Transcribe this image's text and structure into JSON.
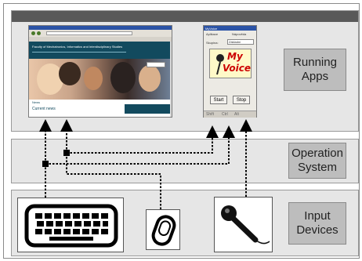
{
  "layers": {
    "running_apps": "Running\nApps",
    "operation_system": "Operation\nSystem",
    "input_devices": "Input\nDevices"
  },
  "browser": {
    "site_title": "Faculty of Mechatronics, Informatics and Interdisciplinary Studies",
    "section_label": "Current news",
    "nav_label": "News"
  },
  "myvoice": {
    "window_title": "MyVoice",
    "menu": [
      "Aplikace",
      "Nápověda"
    ],
    "group_label": "Skupina:",
    "group_value": "Základní",
    "logo_line1": "My",
    "logo_line2": "Voice",
    "start_label": "Start",
    "stop_label": "Stop",
    "status_keys": [
      "Shift",
      "Ctrl",
      "Alt"
    ]
  },
  "devices": [
    "keyboard-icon",
    "mouse-icon",
    "microphone-icon"
  ],
  "colors": {
    "band": "#e6e6e6",
    "label_box": "#bdbdbd",
    "header_bar": "#595959",
    "connector": "#000000",
    "logo_text": "#cc0000"
  }
}
